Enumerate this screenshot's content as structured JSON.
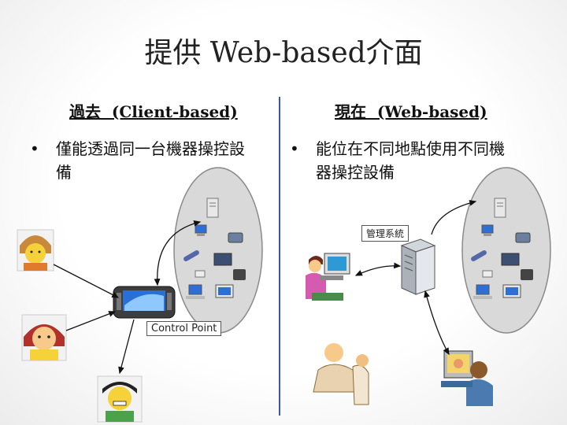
{
  "title": "提供 Web-based介面",
  "left_column": {
    "heading": "過去  (Client-based)",
    "bullet": "僅能透過同一台機器操控設備",
    "control_point_label": "Control Point"
  },
  "right_column": {
    "heading": "現在  (Web-based)",
    "bullet": "能位在不同地點使用不同機器操控設備",
    "management_label": "管理系統"
  },
  "bullet_char": "•",
  "colors": {
    "divider": "#3a5a9a",
    "ellipse_fill": "#d6d6d6",
    "screen_blue": "#2d6fd6",
    "skin": "#f7c98b"
  },
  "icons": [
    "server-icon",
    "monitor-icon",
    "phone-icon",
    "remote-icon",
    "tv-icon",
    "handset-icon",
    "cup-icon",
    "computer-icon",
    "pda-icon",
    "person-icon"
  ]
}
